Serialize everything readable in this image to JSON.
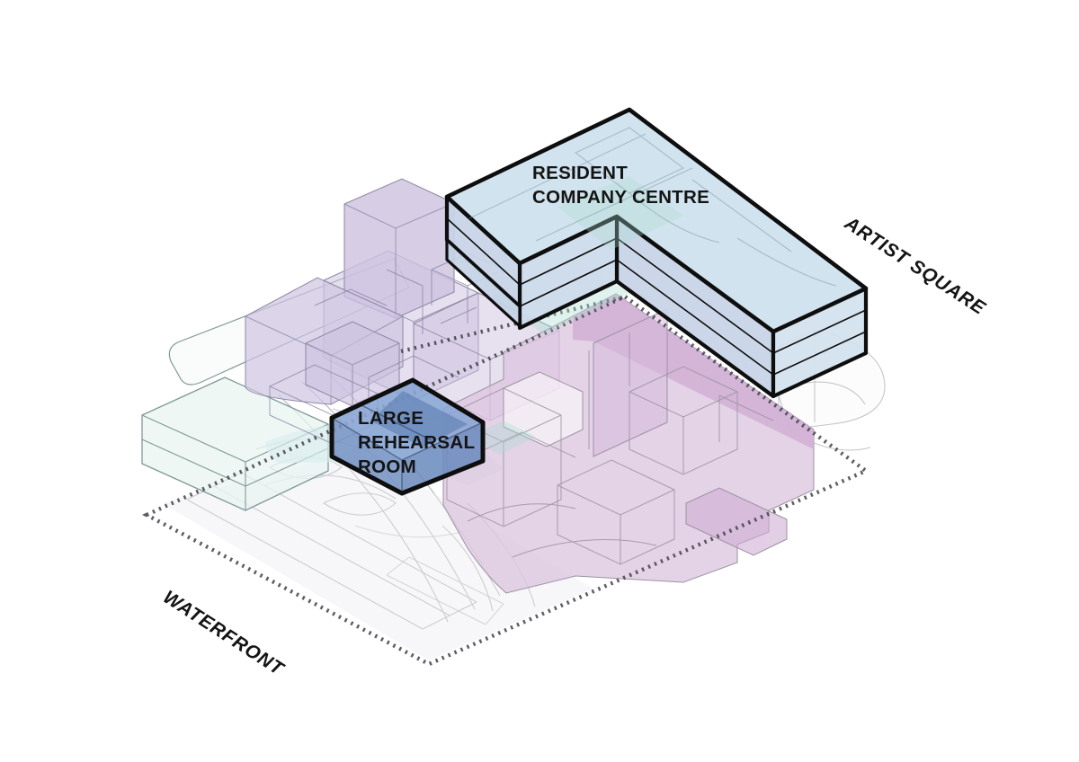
{
  "title": "Architectural axonometric massing diagram",
  "labels": {
    "resident_company_centre": [
      "RESIDENT",
      "COMPANY CENTRE"
    ],
    "large_rehearsal_room": [
      "LARGE",
      "REHEARSAL",
      "ROOM"
    ],
    "artist_square": "ARTIST SQUARE",
    "waterfront": "WATERFRONT"
  },
  "colors": {
    "background": "#ffffff",
    "blue_roof": "#cfe1ed",
    "blue_face": "#c7d4e7",
    "blue_face_light": "#d3e2ef",
    "blue_face_mid": "#ccdaea",
    "outline_heavy": "#0e0e0e",
    "rehearsal_top": "#8aa6d4",
    "rehearsal_front": "#7390c2",
    "rehearsal_front2": "#6b89bd",
    "rehearsal_dark": "#5878ad",
    "purple_fill": "#cdc2e0",
    "purple_fill2": "#cfc5e2",
    "purple_stroke": "#8d87a3",
    "pink_fill": "#dcc5df",
    "pink_band": "#cfaed4",
    "pink_stroke": "#9b93a2",
    "teal_fill": "#e9f4f2",
    "teal_stroke": "#7e9a96",
    "mint_tint": "#aadccf",
    "swoosh": "#d8edee",
    "dotted_line": "#45454d",
    "site_line": "#a8a8b0",
    "label_text": "#141414"
  }
}
